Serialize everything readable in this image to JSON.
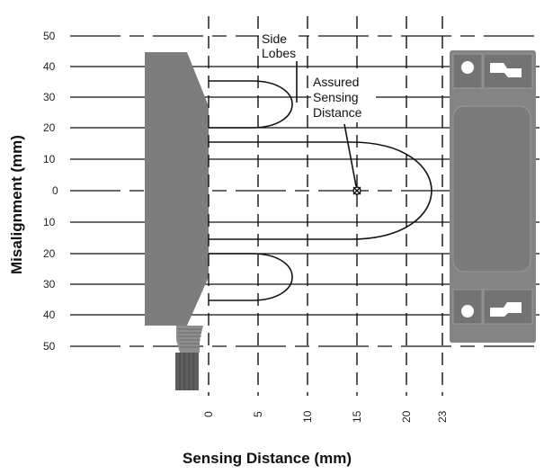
{
  "y_axis": {
    "title": "Misalignment (mm)",
    "ticks": [
      "50",
      "40",
      "30",
      "20",
      "10",
      "0",
      "10",
      "20",
      "30",
      "40",
      "50"
    ]
  },
  "x_axis": {
    "title": "Sensing Distance (mm)",
    "ticks": [
      "0",
      "5",
      "10",
      "15",
      "20",
      "23"
    ]
  },
  "annotations": {
    "side_lobes_line1": "Side",
    "side_lobes_line2": "Lobes",
    "assured_line1": "Assured",
    "assured_line2": "Sensing",
    "assured_line3": "Distance"
  },
  "colors": {
    "sensor": "#7d7d7d",
    "actuator": "#848484",
    "line": "#111111"
  }
}
